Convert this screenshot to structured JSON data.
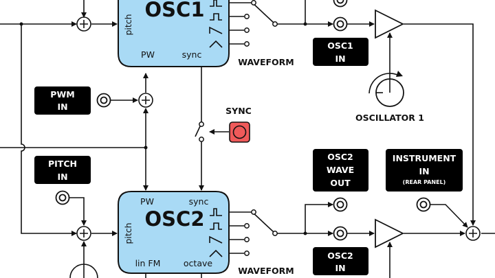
{
  "diagram": {
    "osc1": {
      "title": "OSC1",
      "ports": {
        "pitch": "pitch",
        "pw": "PW",
        "sync": "sync"
      },
      "waveform_label": "WAVEFORM"
    },
    "osc2": {
      "title": "OSC2",
      "ports": {
        "pitch": "pitch",
        "pw": "PW",
        "sync": "sync",
        "linfm": "lin FM",
        "octave": "octave"
      },
      "waveform_label": "WAVEFORM"
    },
    "waveforms": [
      "narrow-pulse",
      "square",
      "sawtooth",
      "triangle"
    ],
    "jacks": {
      "pwm_in": [
        "PWM",
        "IN"
      ],
      "pitch_in": [
        "PITCH",
        "IN"
      ],
      "osc1_in": [
        "OSC1",
        "IN"
      ],
      "osc2_in": [
        "OSC2",
        "IN"
      ],
      "osc2_wave_out": [
        "OSC2",
        "WAVE",
        "OUT"
      ],
      "instrument_in": [
        "INSTRUMENT",
        "IN",
        "(REAR PANEL)"
      ]
    },
    "sync_button": {
      "label": "SYNC",
      "color": "#f05a5a"
    },
    "knob": {
      "label": "OSCILLATOR 1"
    },
    "colors": {
      "osc_fill": "#a9daf5",
      "line": "#111111",
      "tag_bg": "#000000"
    }
  }
}
